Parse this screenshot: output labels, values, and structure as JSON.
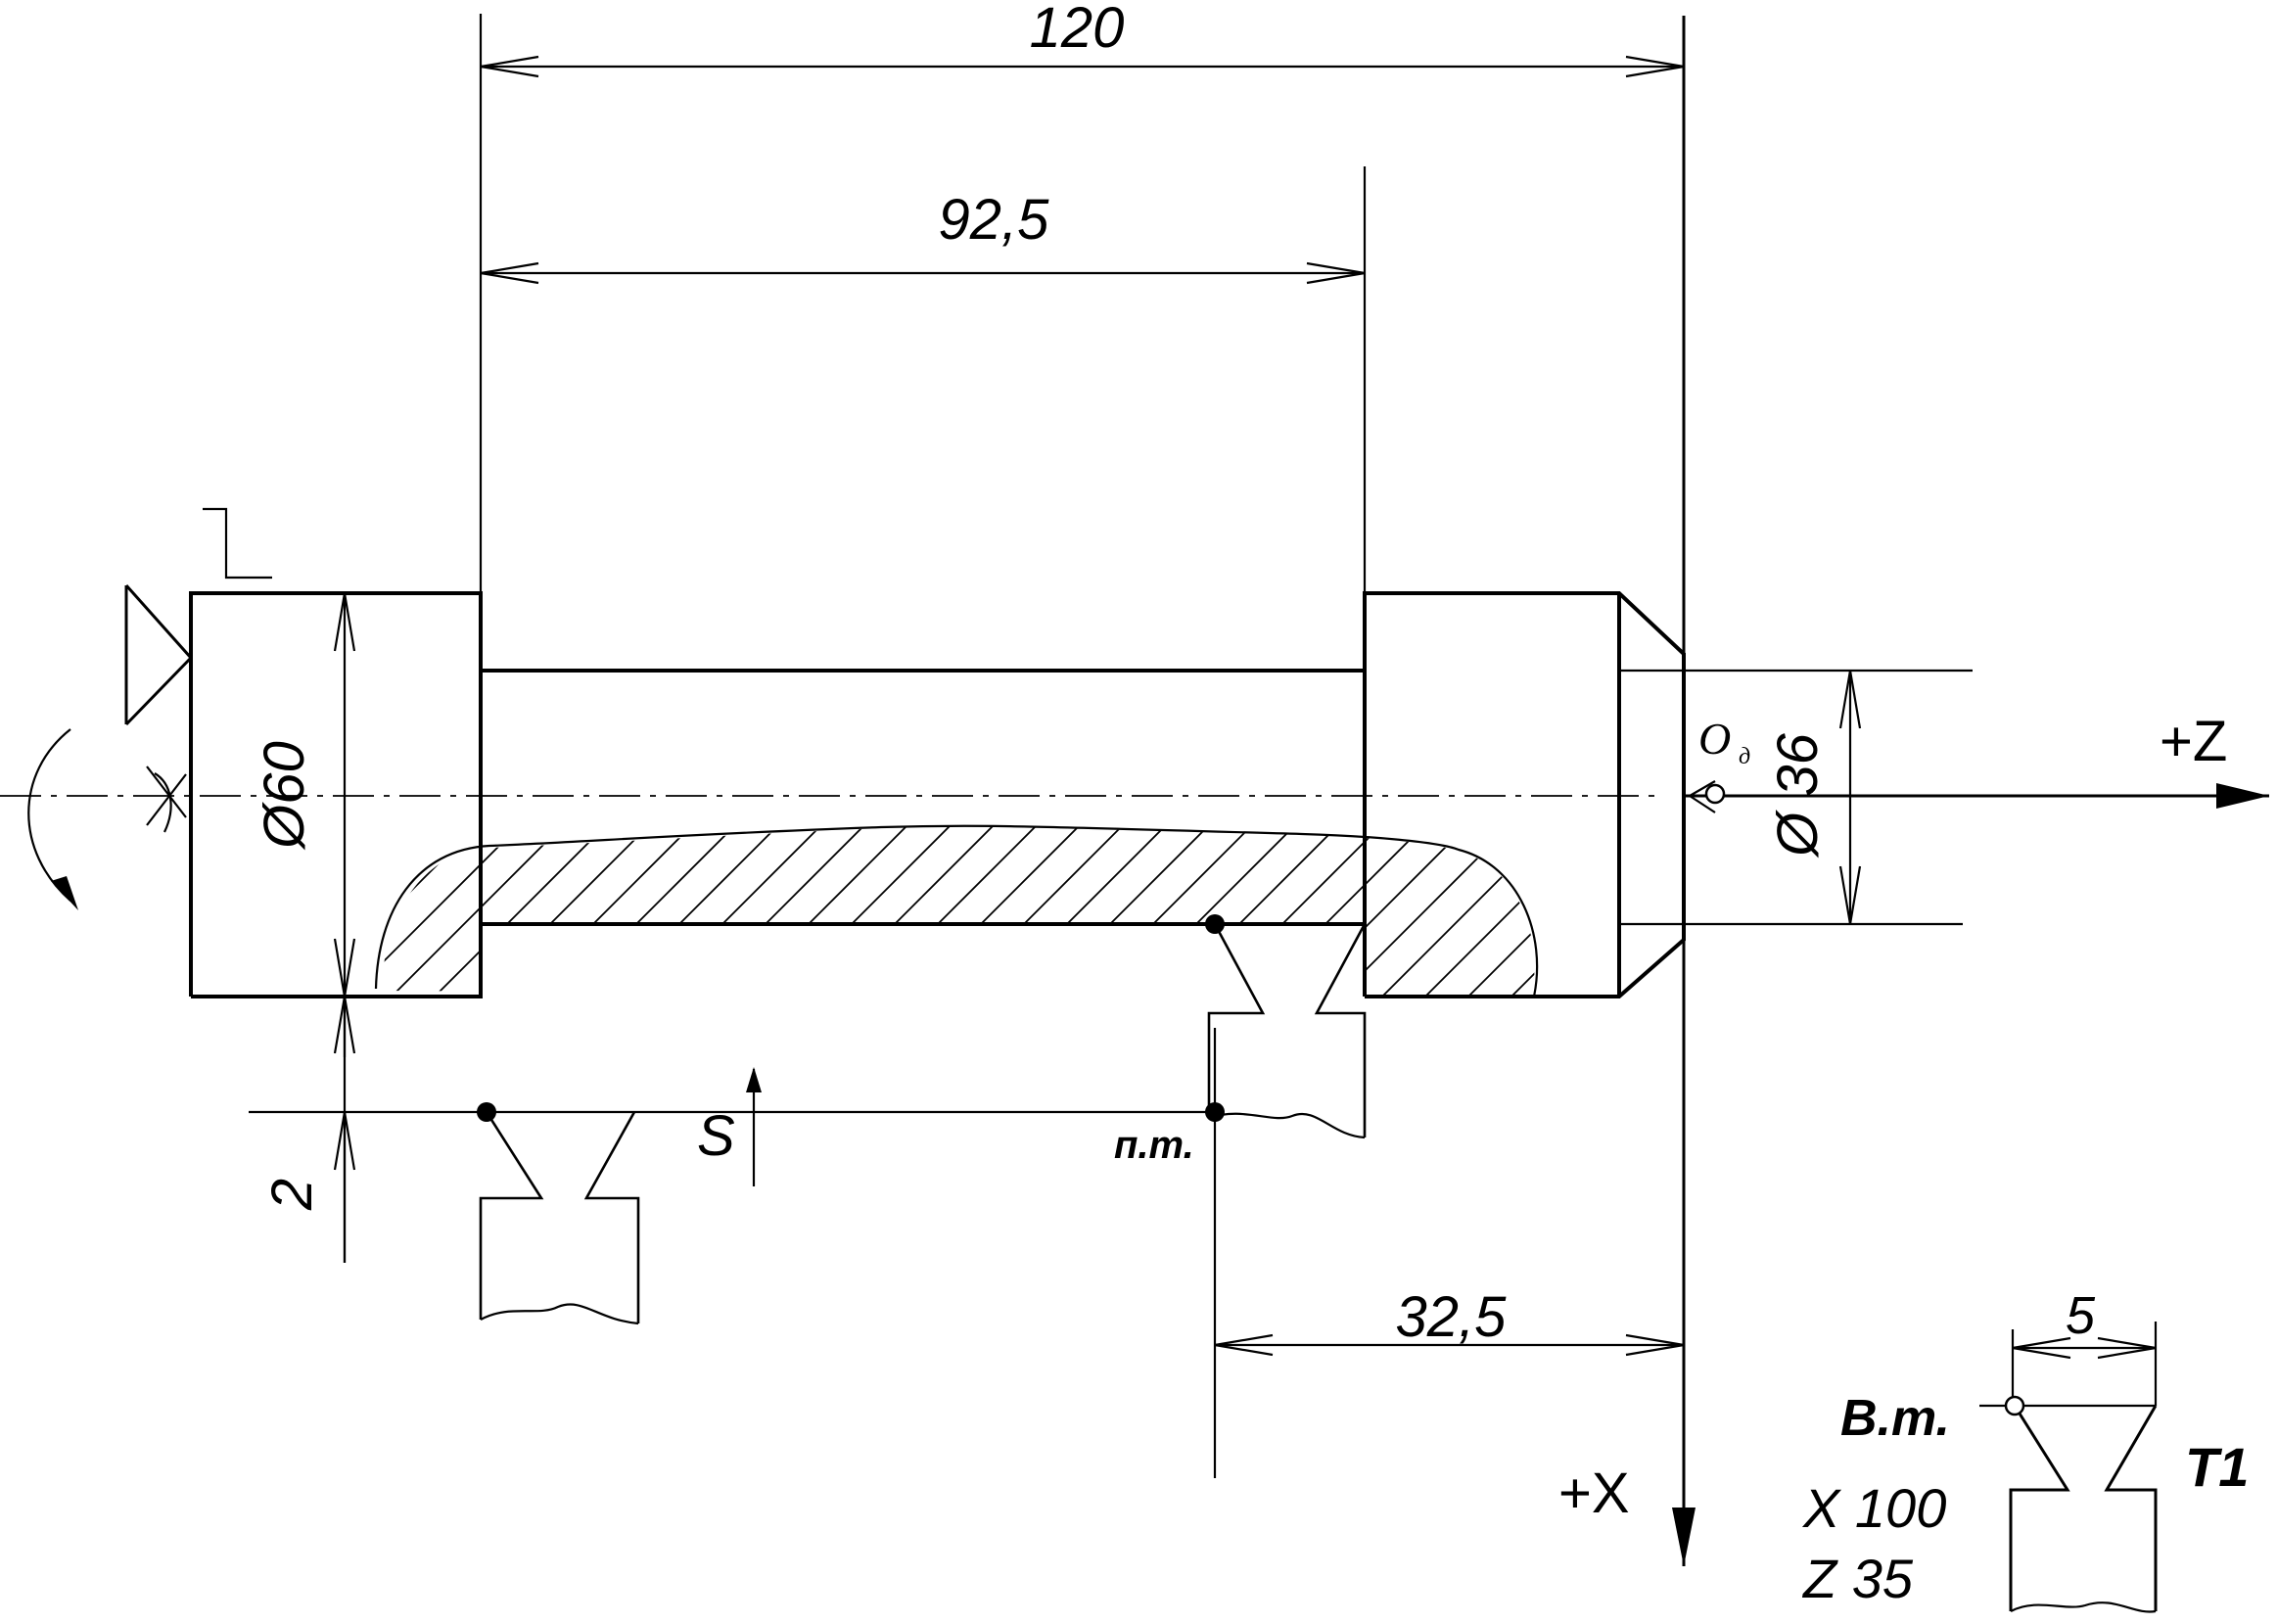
{
  "dimensions": {
    "overall_length": "120",
    "groove_length": "92,5",
    "start_point_offset": "32,5",
    "major_diameter": "Ø60",
    "minor_diameter": "Ø 36",
    "clearance": "2",
    "tool_width": "5"
  },
  "labels": {
    "axis_z": "+Z",
    "axis_x": "+X",
    "origin": "O",
    "origin_subscript": "д",
    "feed": "S",
    "start_point": "п.т.",
    "reference_point": "В.т.",
    "tool_number": "T1",
    "tool_x": "X 100",
    "tool_z": "Z 35"
  }
}
